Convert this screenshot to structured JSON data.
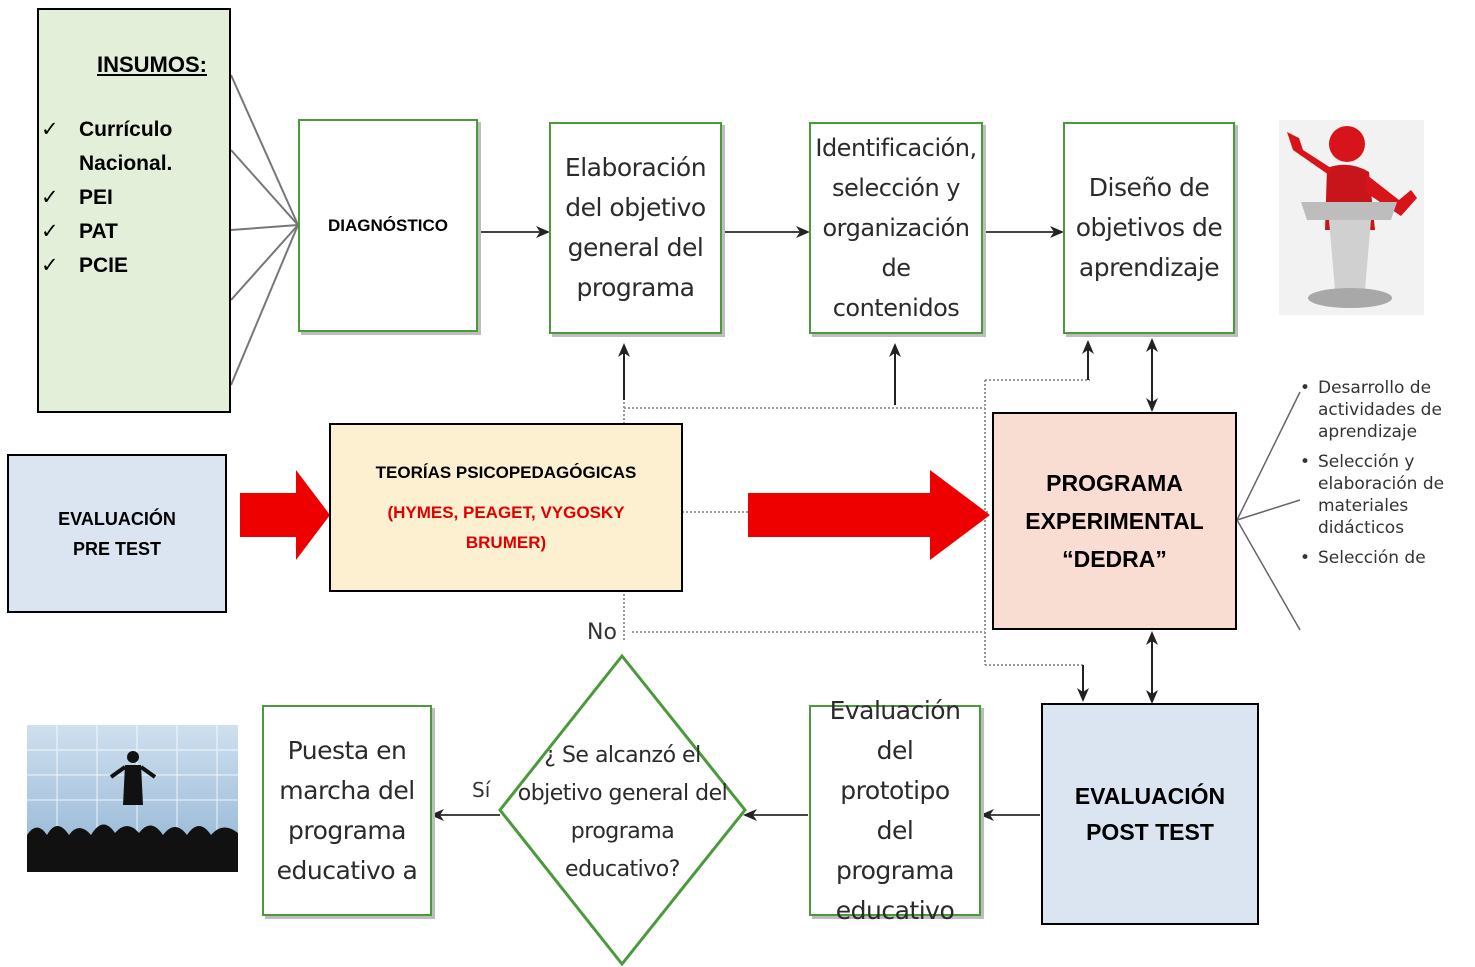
{
  "insumos": {
    "title": "INSUMOS:",
    "items": [
      "Currículo Nacional.",
      "PEI",
      "PAT",
      "PCIE"
    ]
  },
  "diagnostico": "DIAGNÓSTICO",
  "elaboracion": "Elaboración del objetivo general del programa",
  "identificacion": "Identificación, selección y organización de contenidos",
  "diseno": "Diseño de objetivos de aprendizaje",
  "evaluacion_pre": "EVALUACIÓN PRE TEST",
  "teorias": {
    "title": "TEORÍAS PSICOPEDAGÓGICAS",
    "authors": "(HYMES, PEAGET, VYGOSKY BRUMER)"
  },
  "programa": "PROGRAMA EXPERIMENTAL “DEDRA”",
  "bullets": [
    "Desarrollo de actividades de aprendizaje",
    "Selección y elaboración de materiales didácticos",
    "Selección de"
  ],
  "no_label": "No",
  "si_label": "Sí",
  "decision": "¿ Se alcanzó el objetivo general del programa educativo?",
  "puesta": "Puesta en marcha del programa educativo a",
  "evaluacion_prototipo": "Evaluación del prototipo del programa educativo",
  "evaluacion_post": "EVALUACIÓN POST TEST",
  "colors": {
    "green_border": "#4a9a3c",
    "insumos_fill": "#e3efd9",
    "pre_fill": "#dbe5f2",
    "teorias_fill": "#fdf0d0",
    "programa_fill": "#f9ddd2",
    "post_fill": "#dbe5f2",
    "red_arrow": "#ee0000",
    "authors_text": "#e00000"
  },
  "icons": [
    "speaker-at-podium-icon",
    "presenter-audience-icon"
  ]
}
